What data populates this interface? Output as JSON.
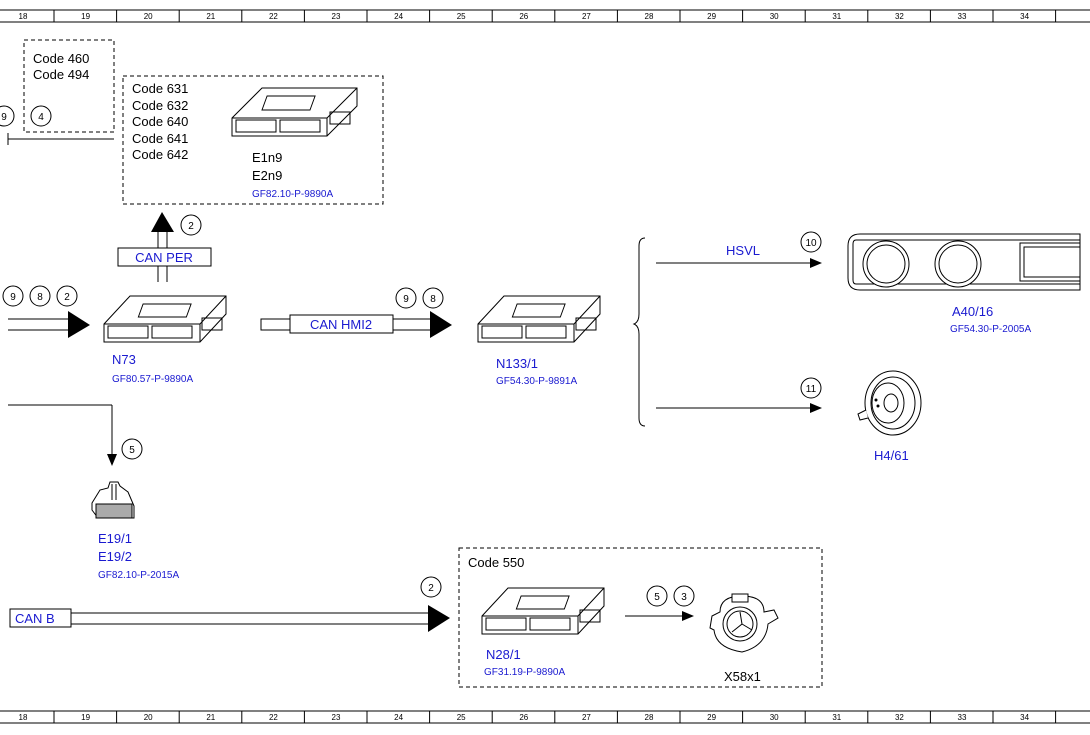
{
  "ruler": {
    "labels": [
      "18",
      "19",
      "20",
      "21",
      "22",
      "23",
      "24",
      "25",
      "26",
      "27",
      "28",
      "29",
      "30",
      "31",
      "32",
      "33",
      "34"
    ]
  },
  "components": {
    "e1n9": {
      "codes": [
        "Code 631",
        "Code 632",
        "Code 640",
        "Code 641",
        "Code 642"
      ],
      "label1": "E1n9",
      "label2": "E2n9",
      "ref": "GF82.10-P-9890A"
    },
    "code_box_top": {
      "codes": [
        "Code 460",
        "Code 494"
      ],
      "circle": "4",
      "circle_left": "9"
    },
    "n73": {
      "label": "N73",
      "ref": "GF80.57-P-9890A"
    },
    "n133": {
      "label": "N133/1",
      "ref": "GF54.30-P-9891A"
    },
    "a40": {
      "label": "A40/16",
      "ref": "GF54.30-P-2005A"
    },
    "h4": {
      "label": "H4/61"
    },
    "e19": {
      "label1": "E19/1",
      "label2": "E19/2",
      "ref": "GF82.10-P-2015A"
    },
    "n28": {
      "code": "Code 550",
      "label": "N28/1",
      "ref": "GF31.19-P-9890A"
    },
    "x58": {
      "label": "X58x1"
    }
  },
  "buses": {
    "can_per": "CAN PER",
    "can_hmi2": "CAN HMI2",
    "hsvl": "HSVL",
    "can_b": "CAN B"
  },
  "circles": {
    "c_per": "2",
    "c_left1": "9",
    "c_left2": "8",
    "c_left3": "2",
    "c_hmi1": "9",
    "c_hmi2": "8",
    "c_hsvl": "10",
    "c_h4": "11",
    "c_e19": "5",
    "c_canb": "2",
    "c_x58a": "5",
    "c_x58b": "3"
  }
}
